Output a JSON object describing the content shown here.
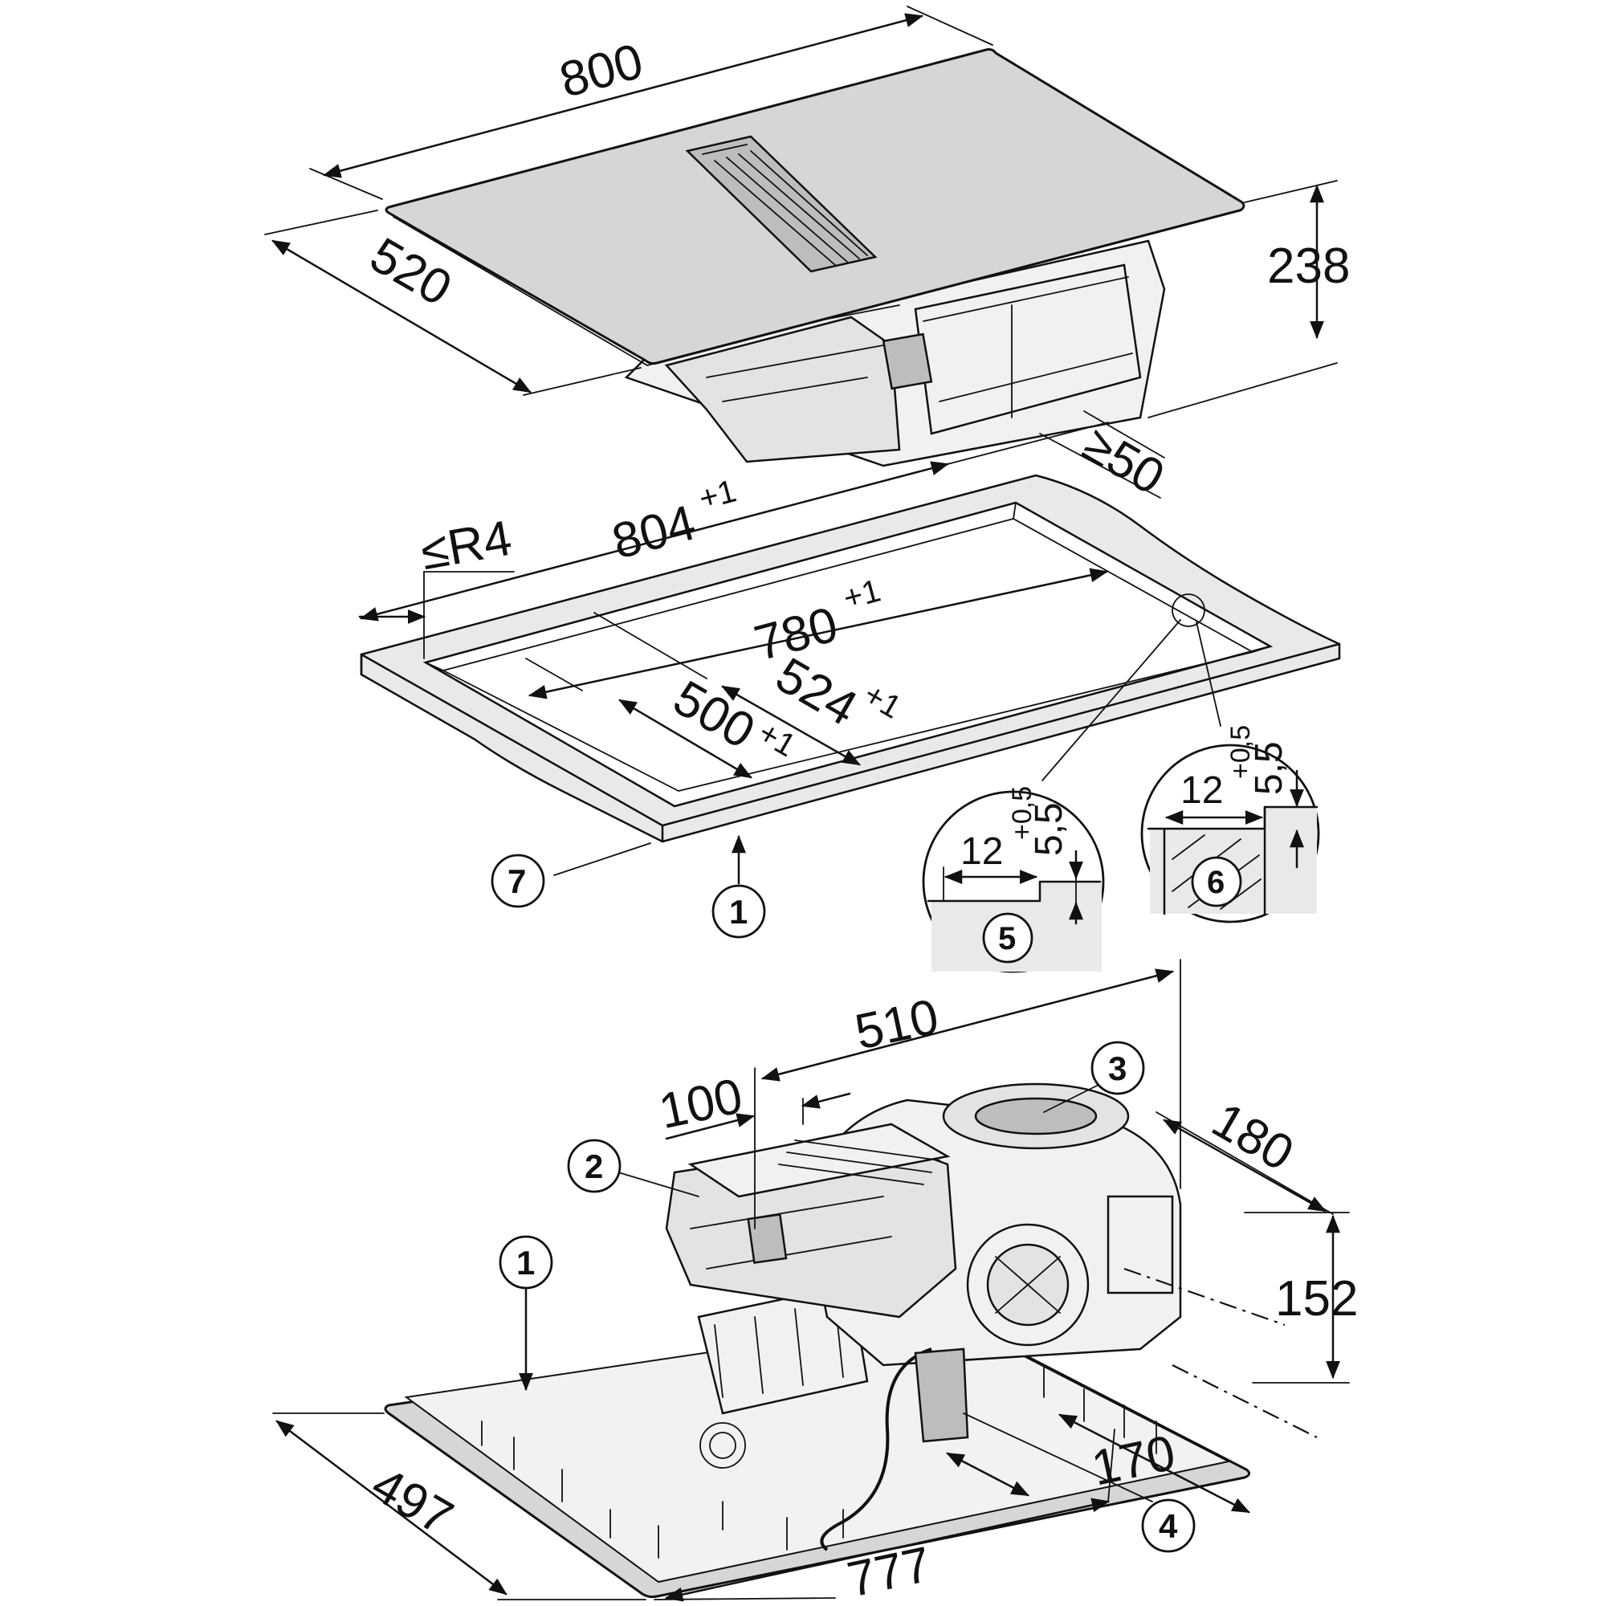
{
  "top_unit": {
    "width_label": "800",
    "depth_label": "520",
    "height_label": "238"
  },
  "cutout": {
    "outer_width_label": "804",
    "outer_width_tol": "+1",
    "inner_width_label": "780",
    "inner_width_tol": "+1",
    "outer_depth_label": "524",
    "outer_depth_tol": "+1",
    "inner_depth_label": "500",
    "inner_depth_tol": "+1",
    "corner_radius_label": "≤R4",
    "rear_gap_label": "≥50"
  },
  "details": [
    {
      "id": "5",
      "width_label": "12",
      "height_label": "5,5",
      "height_tol": "+0,5"
    },
    {
      "id": "6",
      "width_label": "12",
      "height_label": "5,5",
      "height_tol": "+0,5"
    }
  ],
  "bottom_unit": {
    "width_label": "510",
    "offset_label": "100",
    "fan_depth_label": "180",
    "height_label": "152",
    "depth_label": "497",
    "length_label": "777",
    "side_label": "170"
  },
  "callouts": [
    "1",
    "2",
    "3",
    "4",
    "5",
    "6",
    "7"
  ]
}
